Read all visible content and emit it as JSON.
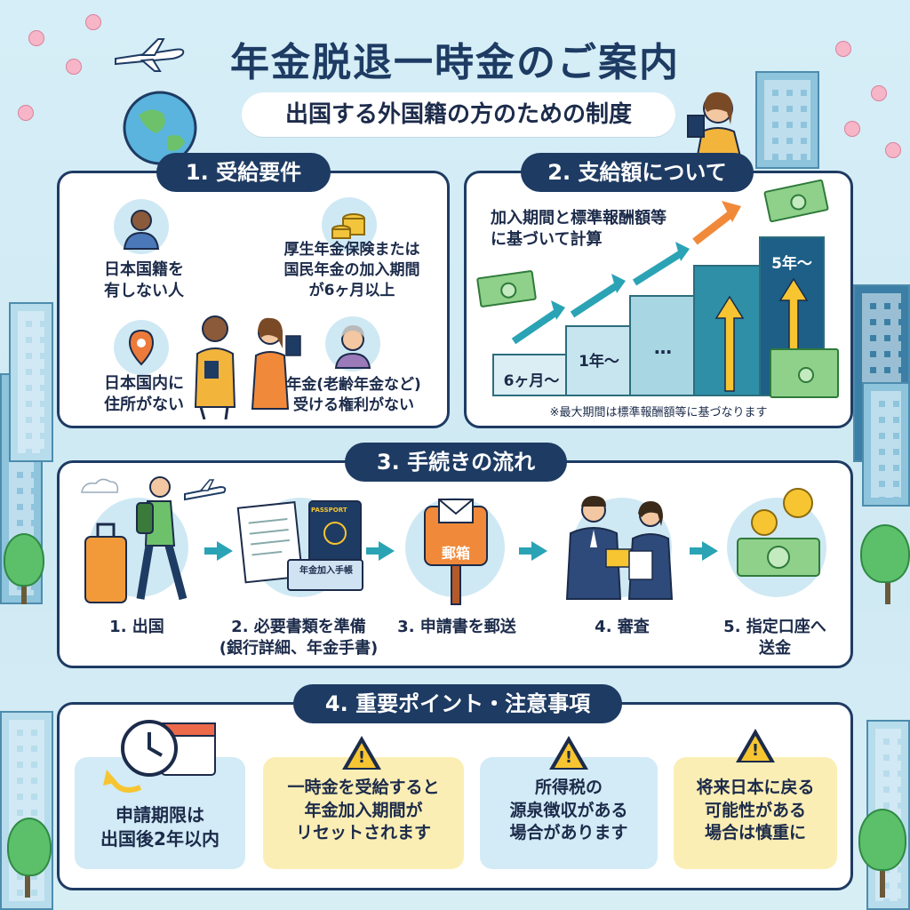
{
  "header": {
    "title": "年金脱退一時金のご案内",
    "subtitle": "出国する外国籍の方のための制度"
  },
  "section1": {
    "heading": "1. 受給要件",
    "items": [
      {
        "text": "日本国籍を\n有しない人",
        "icon": "person-icon"
      },
      {
        "text": "厚生年金保険または\n国民年金の加入期間\nが6ヶ月以上",
        "icon": "coins-icon"
      },
      {
        "text": "日本国内に\n住所がない",
        "icon": "location-pin-icon"
      },
      {
        "text": "年金(老齢年金など)\n受ける権利がない",
        "icon": "elderly-woman-icon"
      }
    ]
  },
  "section2": {
    "heading": "2. 支給額について",
    "description": "加入期間と標準報酬額等\nに基づいて計算",
    "bars": [
      "6ヶ月〜",
      "1年〜",
      "…",
      "",
      "5年〜"
    ],
    "note": "※最大期間は標準報酬額等に基づなります"
  },
  "section3": {
    "heading": "3. 手続きの流れ",
    "document_label": "年金加入手帳",
    "passport_label": "PASSPORT",
    "mailbox_label": "郵箱",
    "steps": [
      {
        "label": "1. 出国",
        "icon": "traveler-icon"
      },
      {
        "label": "2. 必要書類を準備\n(銀行詳細、年金手書)",
        "icon": "documents-icon"
      },
      {
        "label": "3. 申請書を郵送",
        "icon": "mailbox-icon"
      },
      {
        "label": "4. 審査",
        "icon": "officials-icon"
      },
      {
        "label": "5. 指定口座へ\n送金",
        "icon": "money-icon"
      }
    ]
  },
  "section4": {
    "heading": "4. 重要ポイント・注意事項",
    "cards": [
      {
        "text": "申請期限は\n出国後2年以内",
        "icon": "clock-calendar-icon"
      },
      {
        "text": "一時金を受給すると\n年金加入期間が\nリセットされます",
        "icon": "warning-icon"
      },
      {
        "text": "所得税の\n源泉徴収がある\n場合があります",
        "icon": "warning-icon"
      },
      {
        "text": "将来日本に戻る\n可能性がある\n場合は慎重に",
        "icon": "warning-icon"
      }
    ]
  },
  "colors": {
    "navy": "#1e3b63",
    "teal": "#2aa3b5",
    "warning": "#f6c531",
    "bar_dark": "#1d5f86"
  }
}
